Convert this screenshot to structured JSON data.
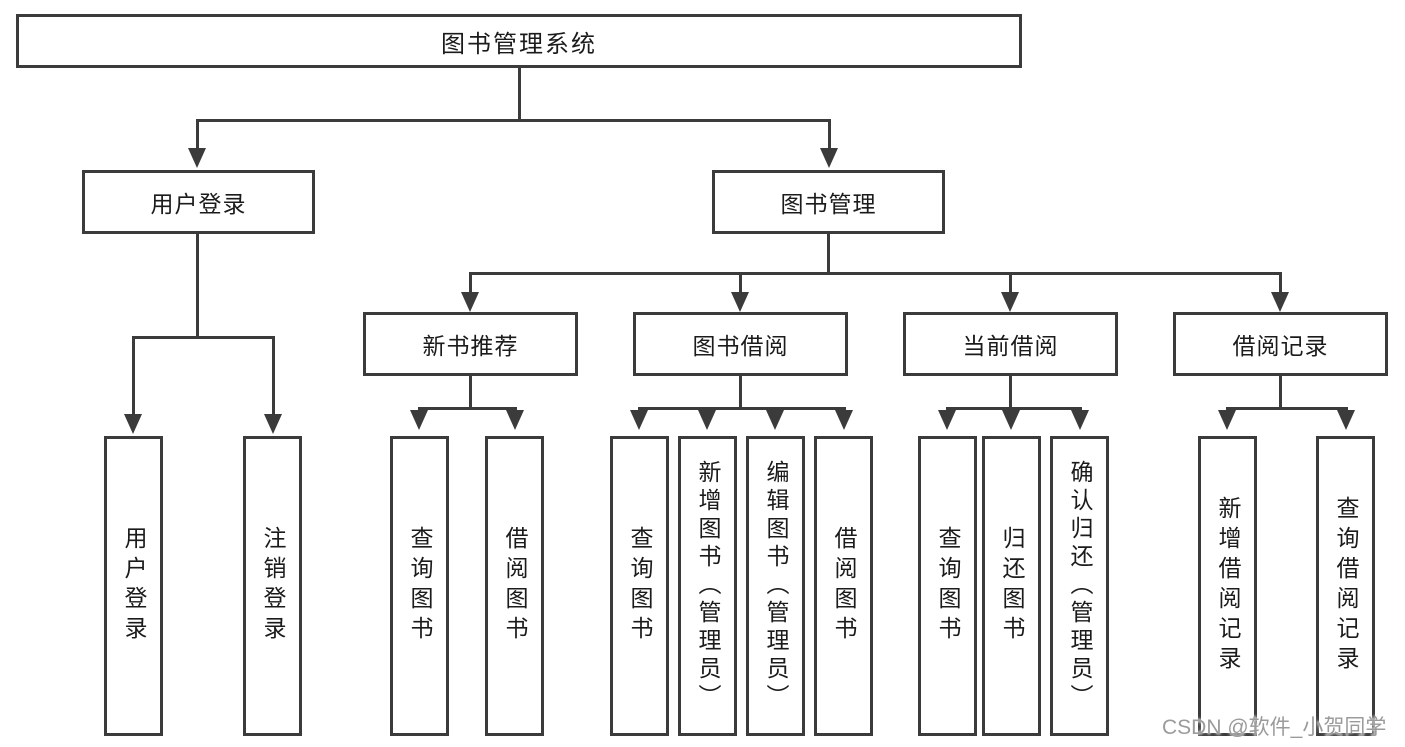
{
  "diagram": {
    "root": {
      "label": "图书管理系统"
    },
    "branches": [
      {
        "label": "用户登录",
        "children": [
          {
            "label": "用户登录"
          },
          {
            "label": "注销登录"
          }
        ]
      },
      {
        "label": "图书管理",
        "children": [
          {
            "label": "新书推荐",
            "children": [
              {
                "label": "查询图书"
              },
              {
                "label": "借阅图书"
              }
            ]
          },
          {
            "label": "图书借阅",
            "children": [
              {
                "label": "查询图书"
              },
              {
                "label": "新增图书（管理员）"
              },
              {
                "label": "编辑图书（管理员）"
              },
              {
                "label": "借阅图书"
              }
            ]
          },
          {
            "label": "当前借阅",
            "children": [
              {
                "label": "查询图书"
              },
              {
                "label": "归还图书"
              },
              {
                "label": "确认归还（管理员）"
              }
            ]
          },
          {
            "label": "借阅记录",
            "children": [
              {
                "label": "新增借阅记录"
              },
              {
                "label": "查询借阅记录"
              }
            ]
          }
        ]
      }
    ]
  },
  "watermark": {
    "text": "CSDN @软件_小贺同学",
    "color": "#9b9b9b"
  },
  "colors": {
    "line": "#3b3b3b",
    "border": "#3b3b3b",
    "text": "#1b1b1b",
    "background": "#ffffff"
  }
}
